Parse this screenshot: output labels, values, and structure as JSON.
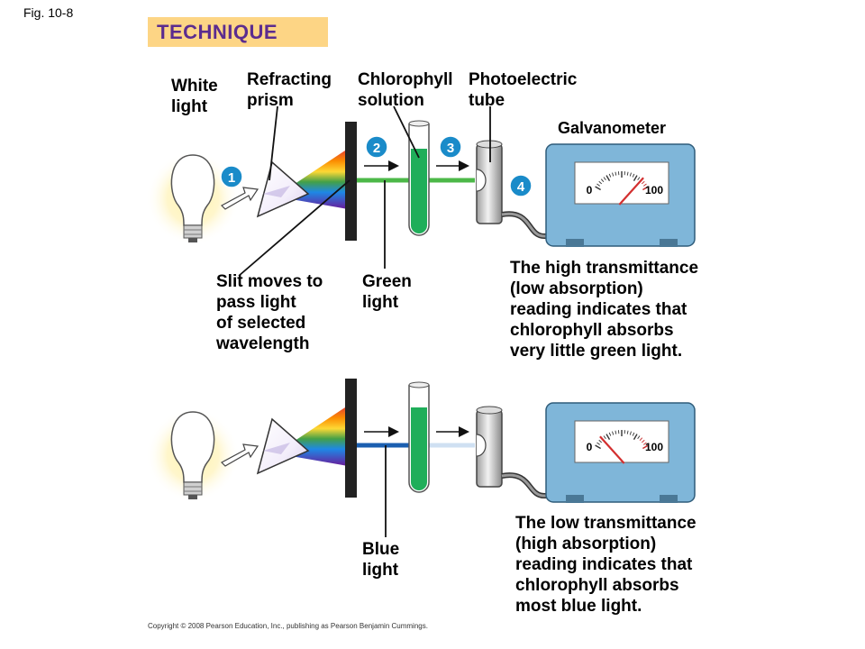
{
  "figure_label": "Fig. 10-8",
  "section_title": "TECHNIQUE",
  "labels": {
    "white_light": "White\nlight",
    "refracting_prism": "Refracting\nprism",
    "chlorophyll_solution": "Chlorophyll\nsolution",
    "photoelectric_tube": "Photoelectric\ntube",
    "galvanometer": "Galvanometer",
    "slit_moves": "Slit moves to\npass light\nof selected\nwavelength",
    "green_light": "Green\nlight",
    "blue_light": "Blue\nlight"
  },
  "steps": [
    "1",
    "2",
    "3",
    "4"
  ],
  "meters": {
    "scale_min": "0",
    "scale_max": "100",
    "top_reading_fraction": 0.85,
    "bottom_reading_fraction": 0.15
  },
  "captions": {
    "high": "The high transmittance\n(low absorption)\nreading indicates that\nchlorophyll absorbs\nvery little green light.",
    "low": "The low transmittance\n(high absorption)\nreading indicates that\nchlorophyll absorbs\nmost blue light."
  },
  "copyright": "Copyright © 2008 Pearson Education, Inc., publishing as Pearson Benjamin Cummings.",
  "colors": {
    "technique_bg": "#fdd585",
    "technique_text": "#5b2c8f",
    "step_circle": "#1a8bc9",
    "green_beam": "#4cb848",
    "blue_beam": "#1b5fb0",
    "solution": "#1fae5a",
    "galvanometer_body": "#7fb6d9"
  }
}
